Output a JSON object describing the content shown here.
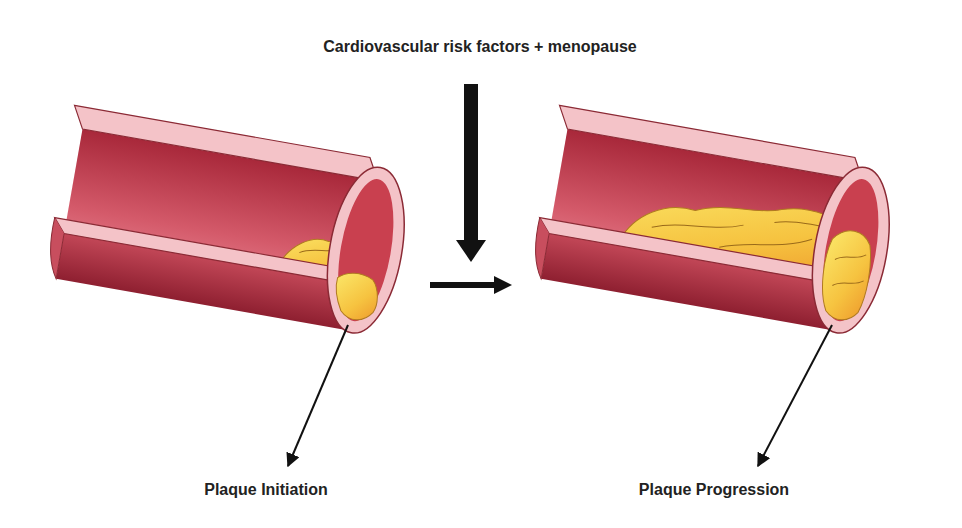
{
  "diagram": {
    "labels": [
      "Cardiovascular risk factors + menopause",
      "Plaque Initiation",
      "Plaque Progression"
    ]
  }
}
